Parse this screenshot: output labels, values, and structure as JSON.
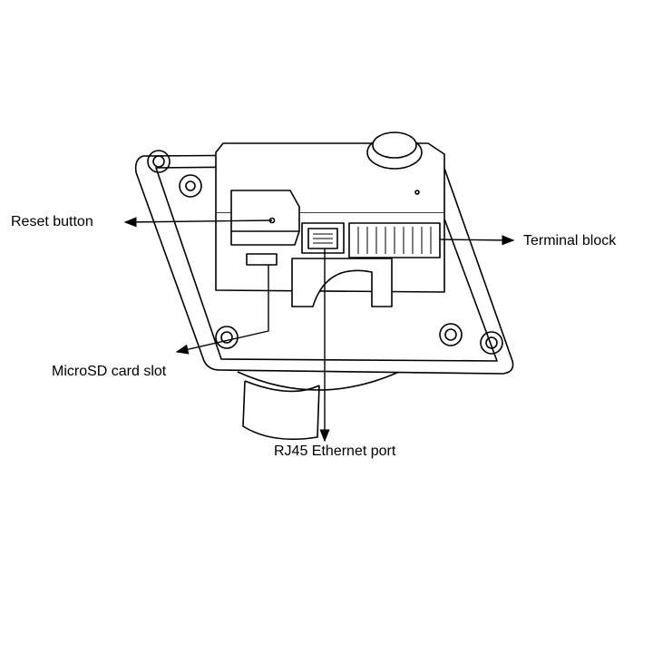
{
  "labels": {
    "reset_button": "Reset button",
    "terminal_block": "Terminal block",
    "microsd_slot": "MicroSD card slot",
    "rj45_port": "RJ45 Ethernet port"
  },
  "colors": {
    "line": "#000000",
    "background": "#ffffff"
  }
}
